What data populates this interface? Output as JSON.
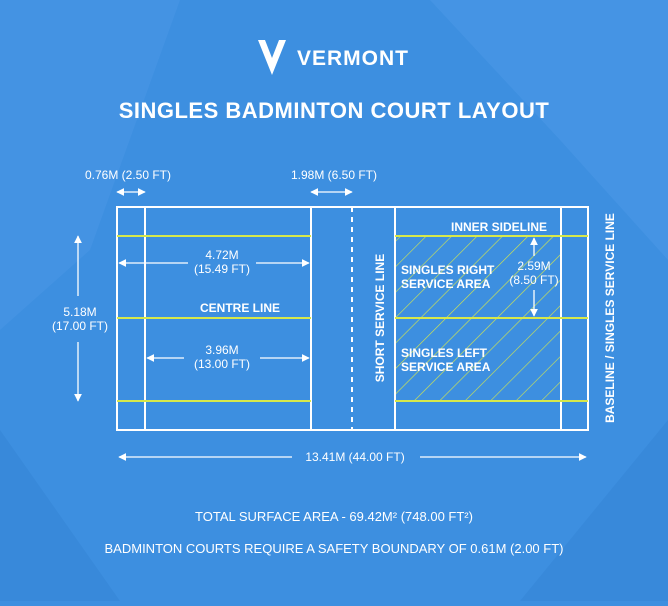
{
  "brand": {
    "name": "VERMONT",
    "logo_icon": "v-chevron-logo-icon"
  },
  "title": "SINGLES BADMINTON COURT LAYOUT",
  "colors": {
    "background": "#3d8fe0",
    "court_lines": "#ffffff",
    "singles_lines": "#d7e84a"
  },
  "dimensions": {
    "doubles_service_depth": "0.76M (2.50 FT)",
    "short_service_distance": "1.98M (6.50 FT)",
    "half_length_to_service_line": {
      "metric": "4.72M",
      "imperial": "(15.49 FT)"
    },
    "service_area_length": {
      "metric": "3.96M",
      "imperial": "(13.00 FT)"
    },
    "court_width": {
      "metric": "5.18M",
      "imperial": "(17.00 FT)"
    },
    "service_area_width": {
      "metric": "2.59M",
      "imperial": "(8.50 FT)"
    },
    "court_length": "13.41M (44.00 FT)"
  },
  "labels": {
    "centre_line": "CENTRE LINE",
    "inner_sideline": "INNER SIDELINE",
    "short_service_line": "SHORT SERVICE LINE",
    "baseline": "BASELINE / SINGLES SERVICE LINE",
    "right_area": [
      "SINGLES RIGHT",
      "SERVICE AREA"
    ],
    "left_area": [
      "SINGLES LEFT",
      "SERVICE AREA"
    ]
  },
  "footer": {
    "surface": "TOTAL SURFACE AREA - 69.42M² (748.00 FT²)",
    "safety": "BADMINTON COURTS REQUIRE A SAFETY BOUNDARY OF 0.61M (2.00 FT)"
  }
}
